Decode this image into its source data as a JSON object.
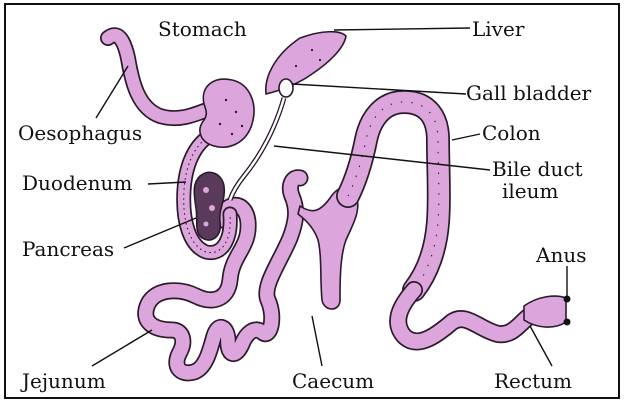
{
  "labels": {
    "stomach": "Stomach",
    "liver": "Liver",
    "gall_bladder": "Gall bladder",
    "oesophagus": "Oesophagus",
    "colon": "Colon",
    "duodenum": "Duodenum",
    "bile_duct": "Bile duct",
    "ileum": "ileum",
    "pancreas": "Pancreas",
    "anus": "Anus",
    "jejunum": "Jejunum",
    "caecum": "Caecum",
    "rectum": "Rectum"
  },
  "colors": {
    "organ_fill": "#dca6dc",
    "outline": "#2b1a2b",
    "frame": "#111111",
    "text": "#111111",
    "background": "#ffffff"
  }
}
